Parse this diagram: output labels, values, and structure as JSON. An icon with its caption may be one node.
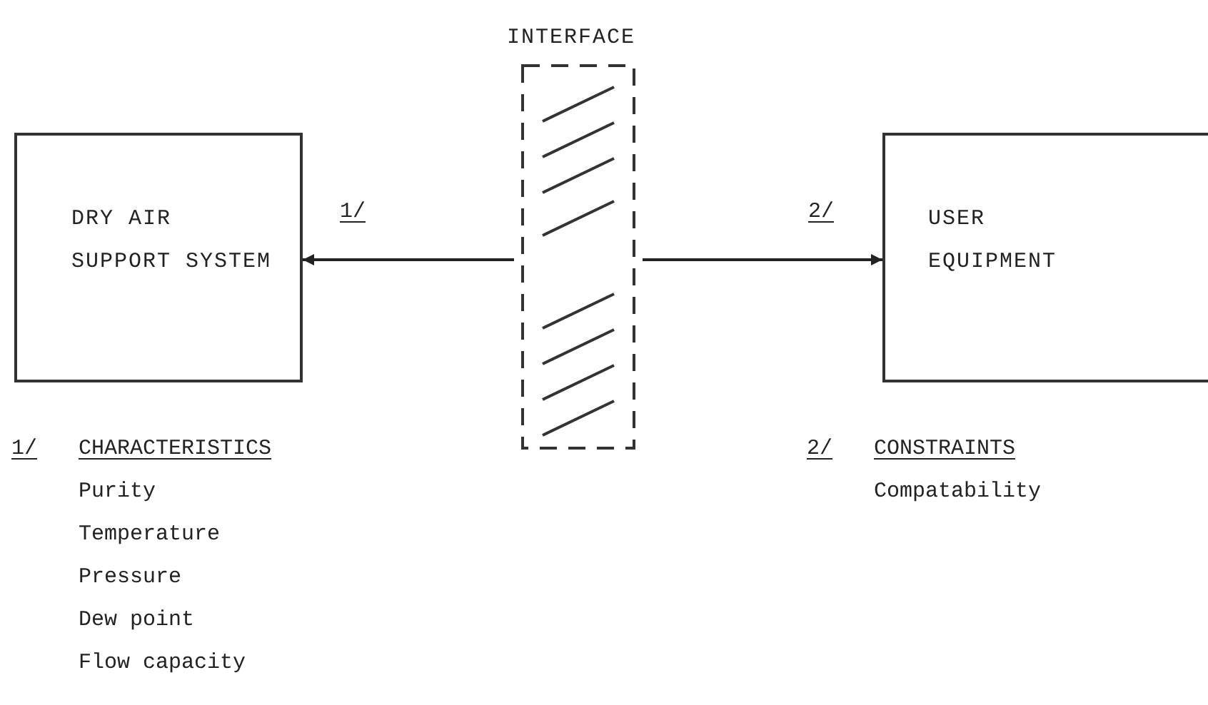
{
  "diagram": {
    "nodes": [
      {
        "text": [
          "DRY AIR SUPPORT SYSTEM"
        ]
      },
      {
        "text": [
          "INTERFACE"
        ]
      },
      {
        "text": [
          "USER EQUIPMENT"
        ]
      }
    ],
    "edges": [
      {
        "from": 1,
        "to": 0,
        "arrow": "to",
        "label": "1/"
      },
      {
        "from": 1,
        "to": 2,
        "arrow": "to",
        "label": "2/"
      }
    ],
    "labels": [
      "1/",
      "CHARACTERISTICS",
      "Purity",
      "Temperature",
      "Pressure",
      "Dew point",
      "Flow capacity",
      "2/",
      "CONSTRAINTS",
      "Compatability"
    ]
  }
}
